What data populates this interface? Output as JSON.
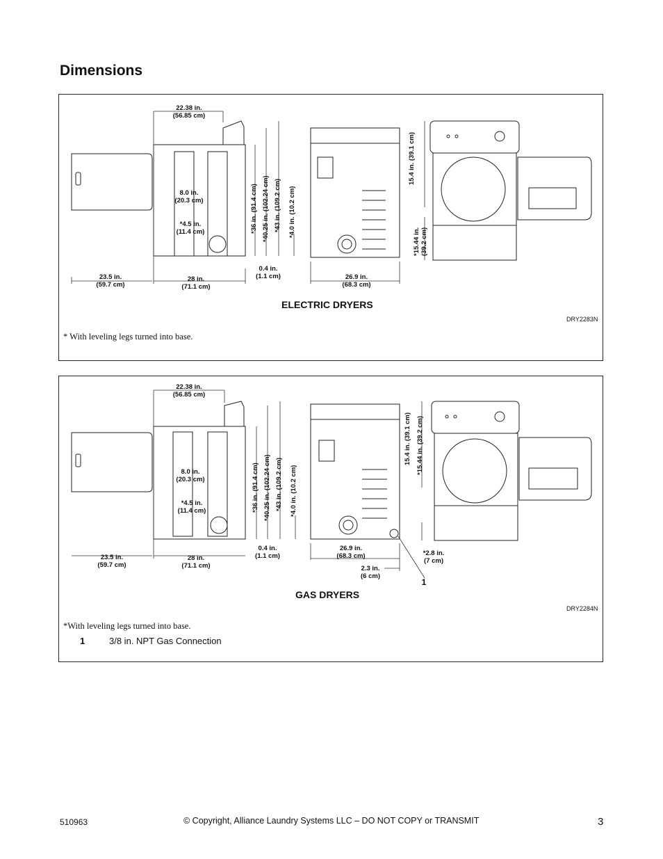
{
  "page": {
    "title": "Dimensions",
    "footer_doc_number": "510963",
    "footer_copyright": "© Copyright, Alliance Laundry Systems LLC – DO NOT COPY or TRANSMIT",
    "page_number": "3"
  },
  "electric": {
    "caption": "ELECTRIC DRYERS",
    "figure_code": "DRY2283N",
    "note": "* With leveling legs turned into base.",
    "dims": {
      "top_width": "22.38 in.\n(56.85 cm)",
      "door_width": "23.5 in.\n(59.7 cm)",
      "depth": "28 in.\n(71.1 cm)",
      "vent_height": "8.0 in.\n(20.3 cm)",
      "vent_offset": "*4.5 in.\n(11.4 cm)",
      "leg_gap": "0.4 in.\n(1.1 cm)",
      "back_width": "26.9 in.\n(68.3 cm)",
      "h36": "*36 in. (91.4 cm)",
      "h40": "*40.25 in. (102.24 cm)",
      "h43": "*43 in. (109.2 cm)",
      "h4": "*4.0 in. (10.2 cm)",
      "h15_4": "15.4 in. (39.1 cm)",
      "h15_44": "*15.44 in.\n(39.2 cm)"
    }
  },
  "gas": {
    "caption": "GAS DRYERS",
    "figure_code": "DRY2284N",
    "note": "*With leveling legs turned into base.",
    "legend_number": "1",
    "legend_text": "3/8 in. NPT Gas Connection",
    "callout": "1",
    "dims": {
      "top_width": "22.38 in.\n(56.85 cm)",
      "door_width": "23.5 in.\n(59.7 cm)",
      "depth": "28 in.\n(71.1 cm)",
      "vent_height": "8.0 in.\n(20.3 cm)",
      "vent_offset": "*4.5 in.\n(11.4 cm)",
      "leg_gap": "0.4 in.\n(1.1 cm)",
      "back_width": "26.9 in.\n(68.3 cm)",
      "gas_offset": "2.3 in.\n(6 cm)",
      "gas_height": "*2.8 in.\n(7 cm)",
      "h36": "*36 in. (91.4 cm)",
      "h40": "*40.25 in. (102.24 cm)",
      "h43": "*43 in. (109.2 cm)",
      "h4": "*4.0 in. (10.2 cm)",
      "h15_4": "15.4 in. (39.1 cm)",
      "h15_44": "*15.44 in. (39.2 cm)"
    }
  }
}
